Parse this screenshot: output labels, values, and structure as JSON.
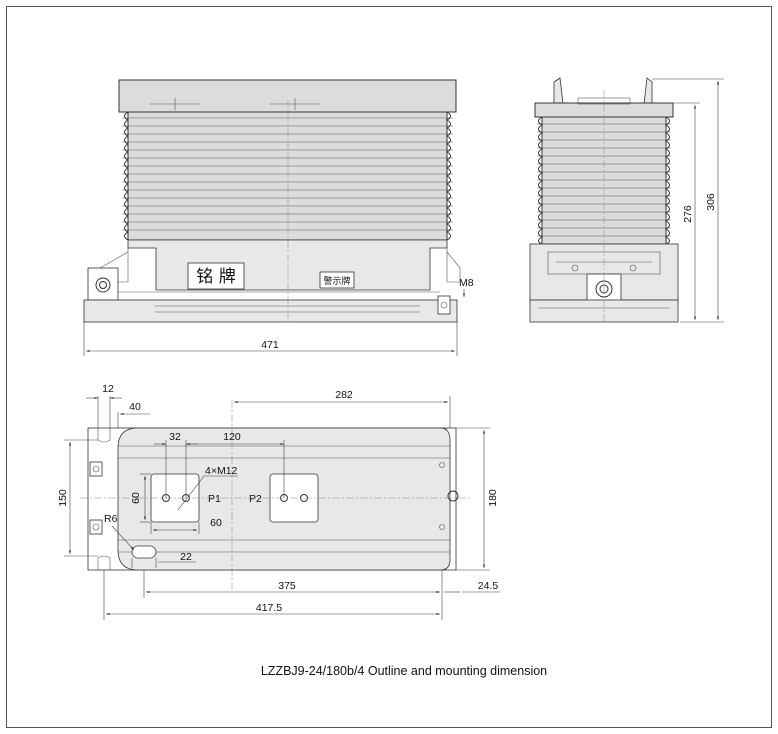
{
  "caption": "LZZBJ9-24/180b/4 Outline and mounting dimension",
  "front_view": {
    "nameplate_label": "铭 牌",
    "warning_plate_label": "警示牌",
    "bolt_label": "M8",
    "width_dim": "471"
  },
  "side_view": {
    "body_height_dim": "276",
    "total_height_dim": "306"
  },
  "top_view": {
    "dim_12": "12",
    "dim_40": "40",
    "dim_282": "282",
    "dim_32": "32",
    "dim_120": "120",
    "hole_label": "4×M12",
    "dim_60_vertical": "60",
    "dim_60_horizontal": "60",
    "terminal_p1": "P1",
    "terminal_p2": "P2",
    "dim_150": "150",
    "dim_180": "180",
    "radius_label": "R6",
    "dim_22": "22",
    "dim_375": "375",
    "dim_24_5": "24.5",
    "dim_417_5": "417.5"
  }
}
